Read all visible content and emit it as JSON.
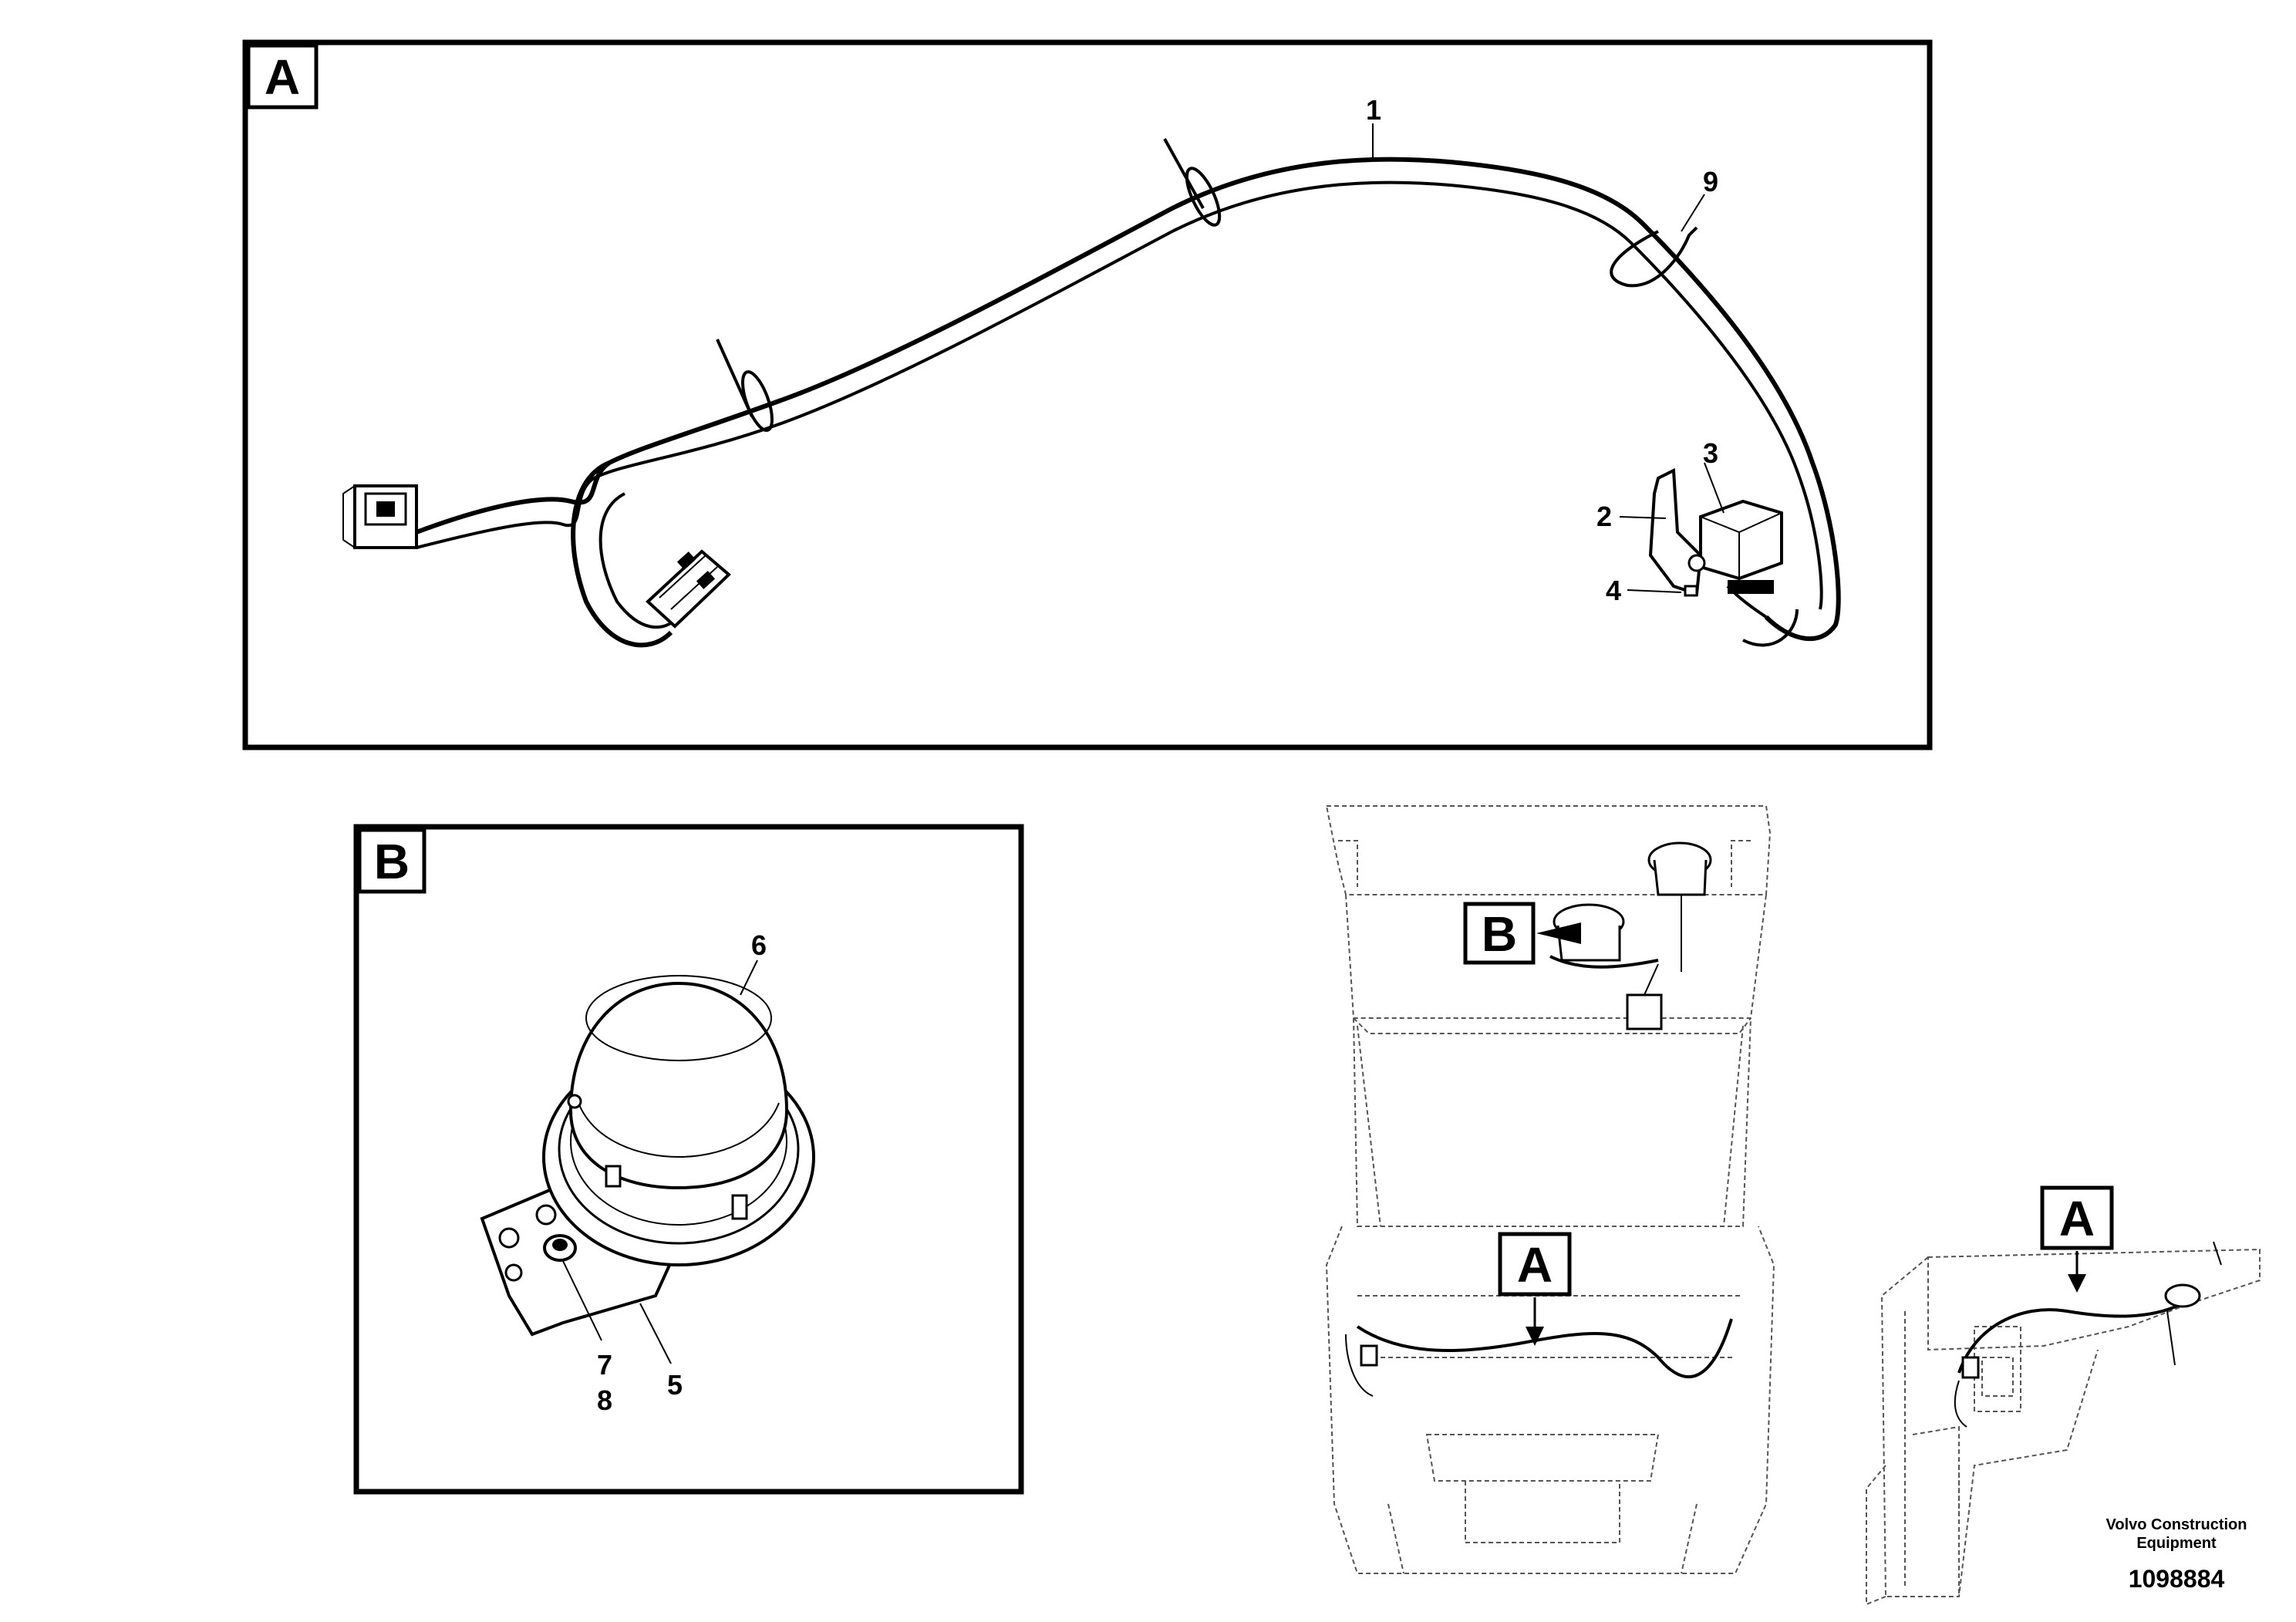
{
  "panels": {
    "a": {
      "tag": "A"
    },
    "b": {
      "tag": "B"
    }
  },
  "callouts": {
    "c1": "1",
    "c2": "2",
    "c3": "3",
    "c4": "4",
    "c5": "5",
    "c6": "6",
    "c7": "7",
    "c8": "8",
    "c9": "9"
  },
  "overview": {
    "tag_b": "B",
    "tag_a_front": "A",
    "tag_a_side": "A"
  },
  "footer": {
    "company_line1": "Volvo Construction",
    "company_line2": "Equipment",
    "doc_number": "1098884"
  }
}
